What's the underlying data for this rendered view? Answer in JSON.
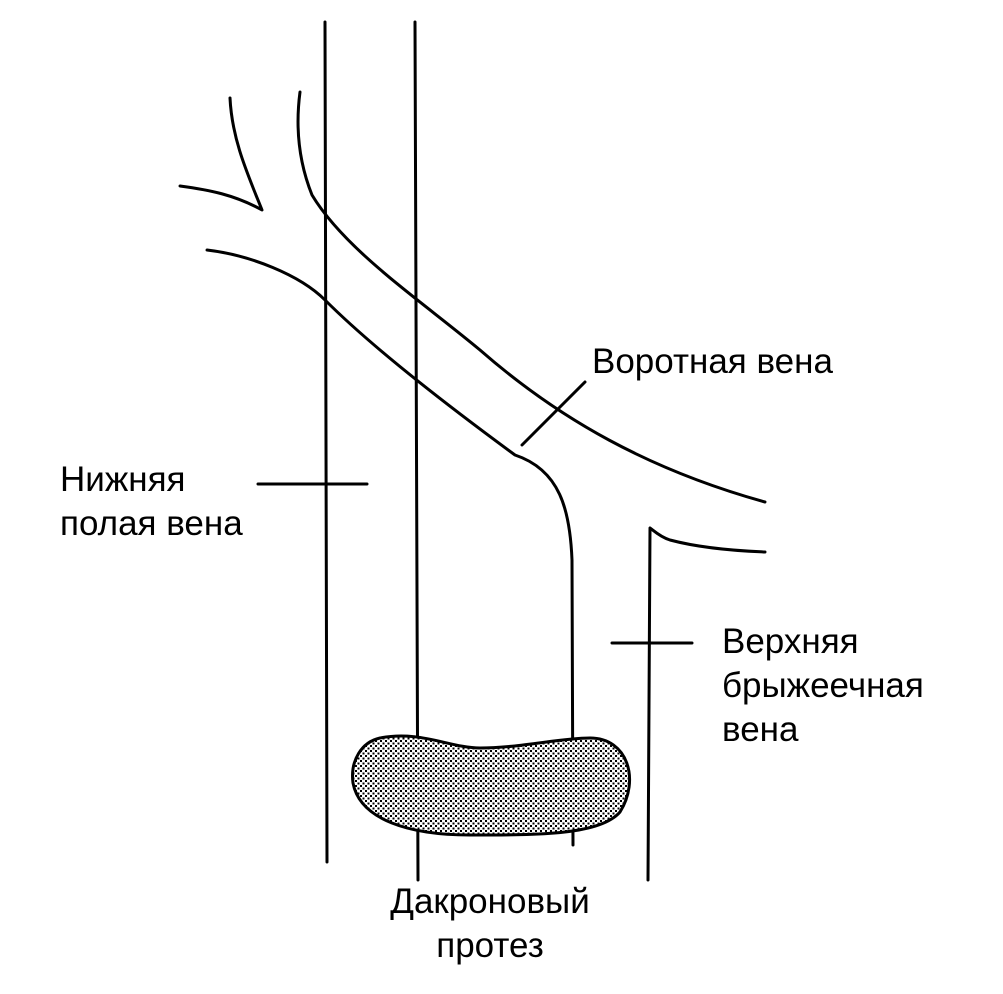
{
  "colors": {
    "ink": "#000000",
    "paper": "#ffffff",
    "graft_fill_dots": "#000000"
  },
  "labels": {
    "portal_vein": "Воротная вена",
    "ivc": {
      "line1": "Нижняя",
      "line2": "полая вена"
    },
    "smv": {
      "line1": "Верхняя",
      "line2": "брыжеечная",
      "line3": "вена"
    },
    "graft": {
      "line1": "Дакроновый",
      "line2": "протез"
    }
  }
}
